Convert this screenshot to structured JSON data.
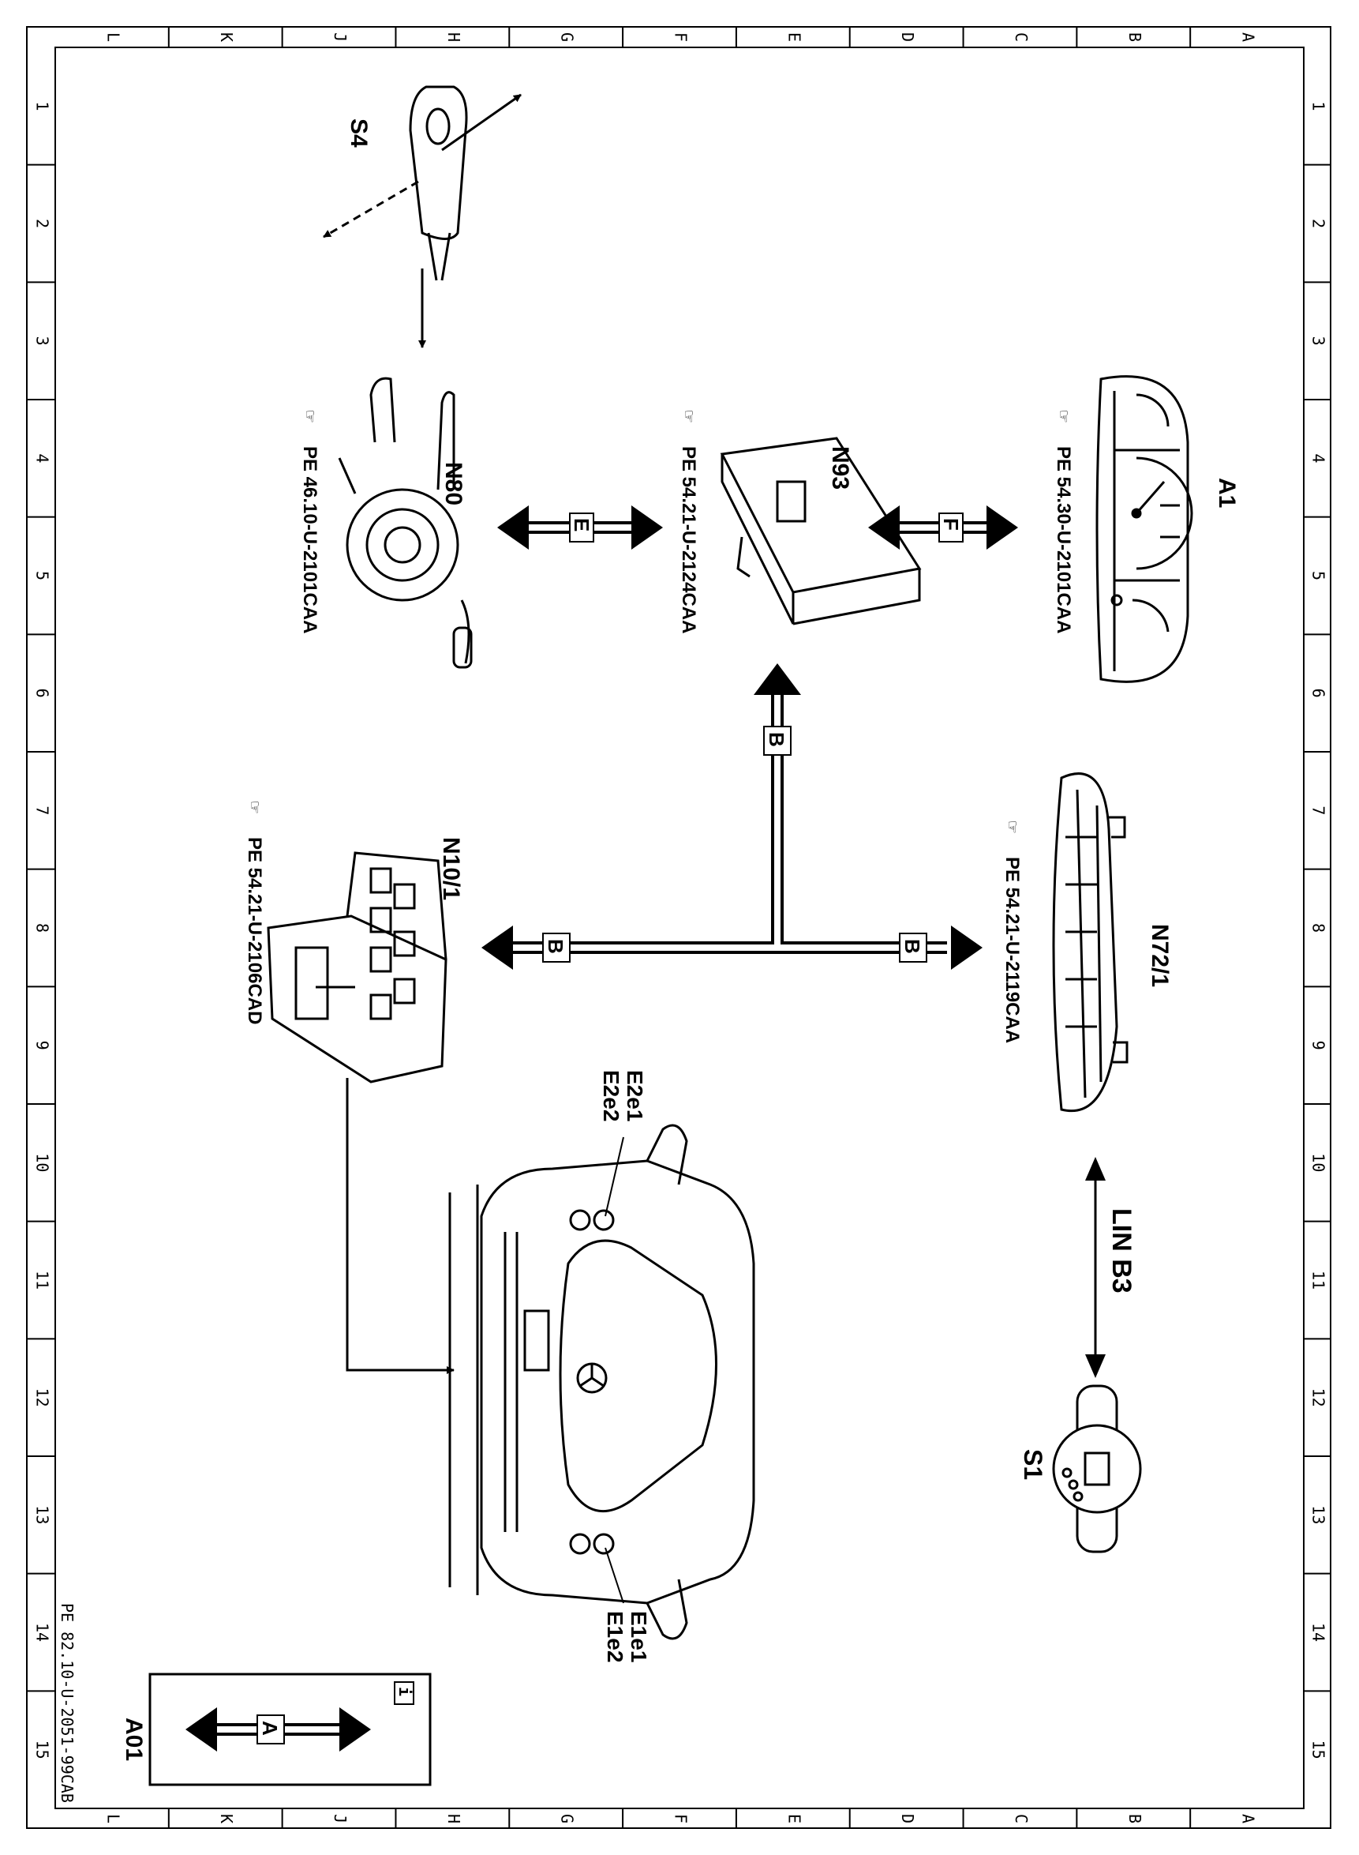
{
  "grid": {
    "letters": [
      "L",
      "K",
      "J",
      "H",
      "G",
      "F",
      "E",
      "D",
      "C",
      "B",
      "A"
    ],
    "numbers": [
      "1",
      "2",
      "3",
      "4",
      "5",
      "6",
      "7",
      "8",
      "9",
      "10",
      "11",
      "12",
      "13",
      "14",
      "15"
    ]
  },
  "components": {
    "s4": {
      "code": "S4"
    },
    "n80": {
      "code": "N80",
      "ref": "PE 46.10-U-2101CAA"
    },
    "n93": {
      "code": "N93",
      "ref": "PE 54.21-U-2124CAA"
    },
    "a1": {
      "code": "A1",
      "ref": "PE 54.30-U-2101CAA"
    },
    "n10": {
      "code": "N10/1",
      "ref": "PE 54.21-U-2106CAD"
    },
    "n72": {
      "code": "N72/1",
      "ref": "PE 54.21-U-2119CAA"
    },
    "s1": {
      "code": "S1"
    },
    "lamps_left": {
      "line1": "E2e1",
      "line2": "E2e2"
    },
    "lamps_right": {
      "line1": "E1e1",
      "line2": "E1e2"
    }
  },
  "connections": {
    "e": "E",
    "f": "F",
    "b_up": "B",
    "b_left": "B",
    "b_right": "B",
    "lin": "LIN B3"
  },
  "legend": {
    "code": "A01",
    "arrow_label": "A",
    "info_symbol": "i"
  },
  "footer": {
    "doc_ref": "PE 82.10-U-2051-99CAB"
  }
}
